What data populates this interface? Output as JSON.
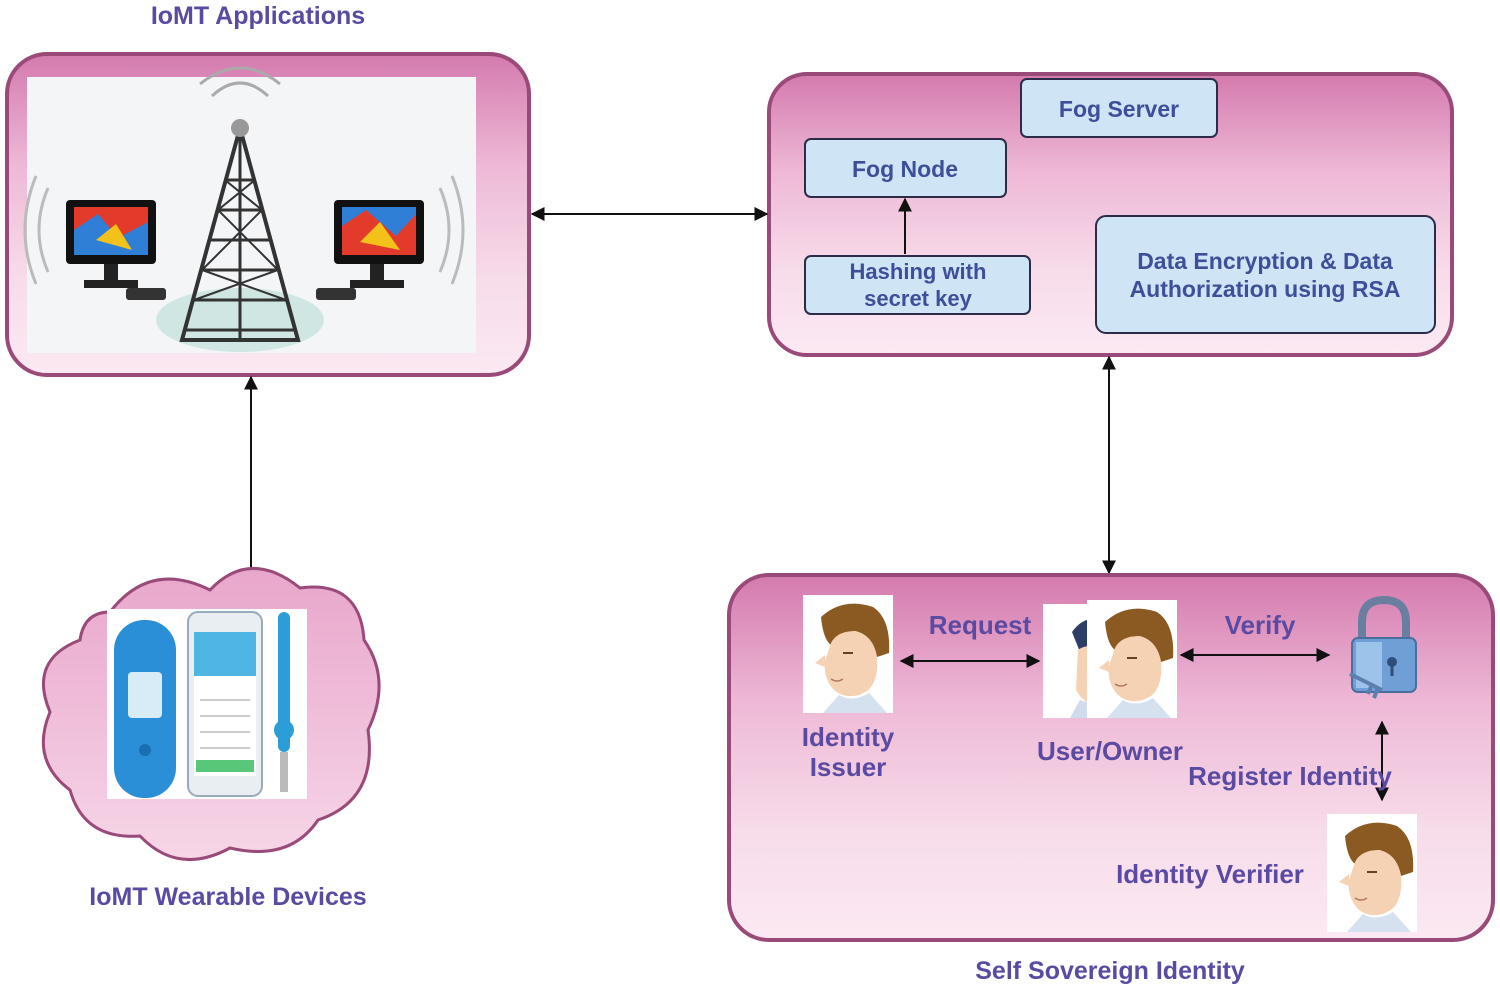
{
  "titles": {
    "iomt_applications": "IoMT Applications",
    "iomt_wearables": "IoMT Wearable Devices",
    "ssi": "Self Sovereign Identity"
  },
  "fog": {
    "server": "Fog Server",
    "node": "Fog Node",
    "hashing_line1": "Hashing with",
    "hashing_line2": "secret key",
    "encryption_line1": "Data Encryption & Data",
    "encryption_line2": "Authorization using RSA"
  },
  "ssi": {
    "request": "Request",
    "verify": "Verify",
    "issuer_line1": "Identity",
    "issuer_line2": "Issuer",
    "owner": "User/Owner",
    "register": "Register Identity",
    "verifier": "Identity Verifier"
  },
  "colors": {
    "panel_fill": "#e6a9cc",
    "panel_stroke": "#9a4a78",
    "box_fill": "#cfe4f5",
    "box_stroke": "#2c2c48",
    "label_text": "#5a4aa2",
    "box_text": "#3e4f9a"
  },
  "icons": {
    "tower": "cell-tower-icon",
    "monitors": "computer-monitor-icon",
    "wearables": "medical-wearable-icon",
    "person": "person-avatar-icon",
    "lock": "padlock-key-icon"
  }
}
